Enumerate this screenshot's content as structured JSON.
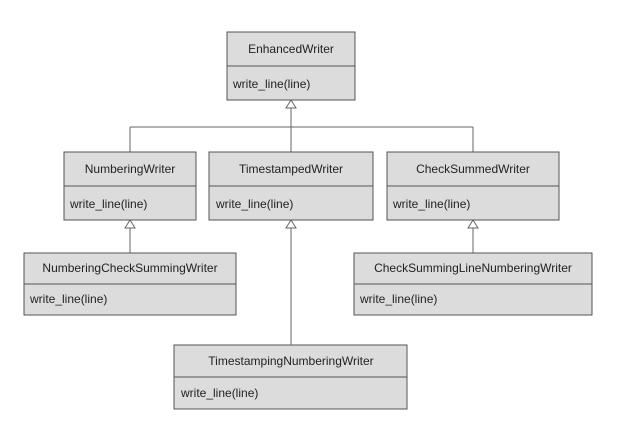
{
  "classes": {
    "enhanced_writer": {
      "name": "EnhancedWriter",
      "method": "write_line(line)"
    },
    "numbering_writer": {
      "name": "NumberingWriter",
      "method": "write_line(line)"
    },
    "timestamped_writer": {
      "name": "TimestampedWriter",
      "method": "write_line(line)"
    },
    "checksummed_writer": {
      "name": "CheckSummedWriter",
      "method": "write_line(line)"
    },
    "numbering_checksumming_writer": {
      "name": "NumberingCheckSummingWriter",
      "method": "write_line(line)"
    },
    "checksumming_linenumbering_writer": {
      "name": "CheckSummingLineNumberingWriter",
      "method": "write_line(line)"
    },
    "timestamping_numbering_writer": {
      "name": "TimestampingNumberingWriter",
      "method": "write_line(line)"
    }
  },
  "colors": {
    "box_fill": "#dcdcdc",
    "box_stroke": "#555555",
    "edge": "#666666"
  }
}
